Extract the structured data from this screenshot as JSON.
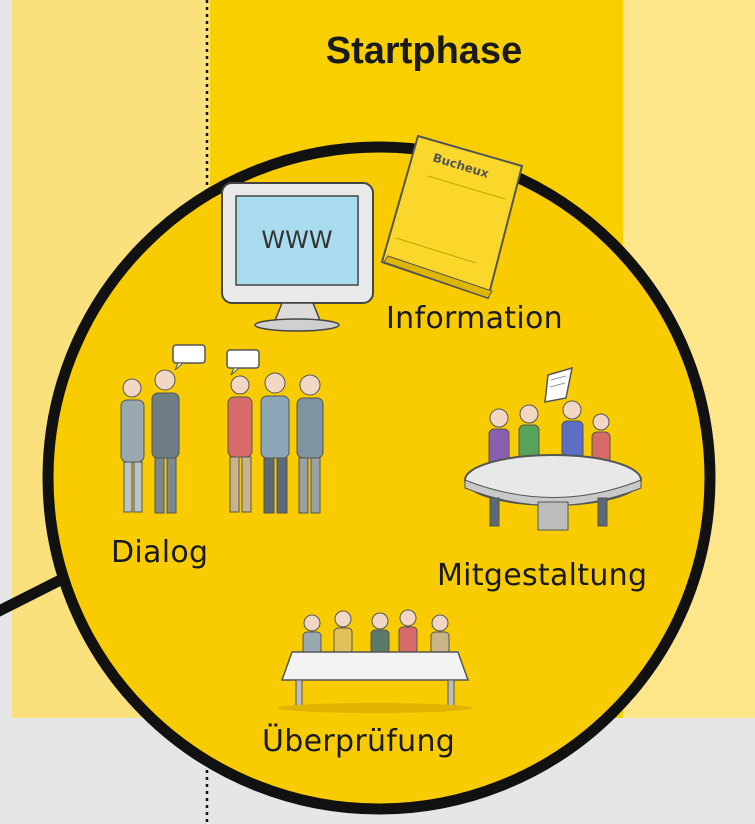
{
  "title": "Startphase",
  "labels": {
    "information": "Information",
    "dialog": "Dialog",
    "mitgestaltung": "Mitgestaltung",
    "ueberpruefung": "Überprüfung"
  },
  "illustrations": {
    "monitor_text": "WWW",
    "brochure_text": "Bucheux"
  },
  "colors": {
    "page_bg": "#e6e6e6",
    "pale_yellow": "#fde68a",
    "light_yellow": "#fbe07e",
    "startphase_band": "#f9cf00",
    "circle_fill": "#f8cc00",
    "outline": "#111111"
  }
}
